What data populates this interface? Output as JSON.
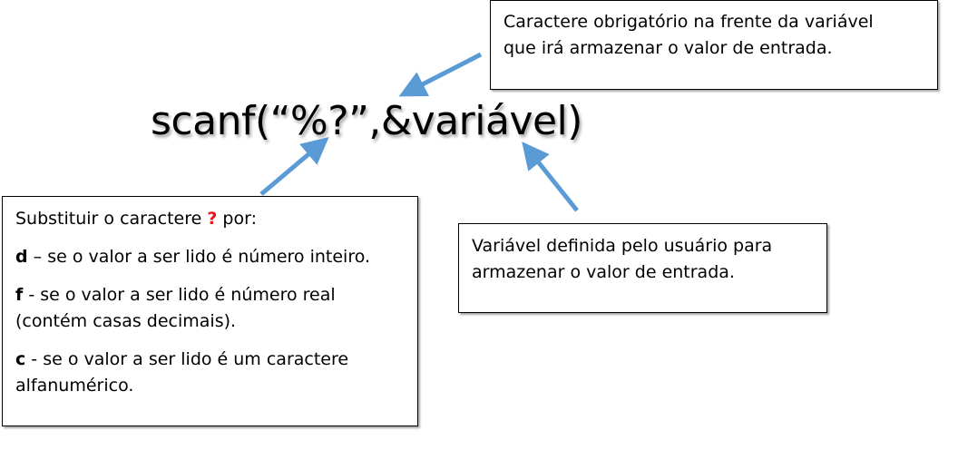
{
  "code": "scanf(“%?”,&variável)",
  "box_top": {
    "line1": "Caractere obrigatório na frente da variável",
    "line2": "que irá armazenar o valor de entrada."
  },
  "box_left": {
    "intro_a": "Substituir o caractere ",
    "intro_q": "?",
    "intro_b": " por:",
    "d_key": "d",
    "d_text": " – se o valor a ser lido é número inteiro.",
    "f_key": "f",
    "f_text_1": " - se o valor a ser lido é número real",
    "f_text_2": "(contém casas decimais).",
    "c_key": "c",
    "c_text_1": " - se o valor a ser lido é um caractere",
    "c_text_2": "alfanumérico."
  },
  "box_right": {
    "line1": "Variável definida pelo usuário para",
    "line2": "armazenar o valor de entrada."
  },
  "colors": {
    "arrow": "#5b9bd5",
    "question_mark": "#e8141c"
  }
}
